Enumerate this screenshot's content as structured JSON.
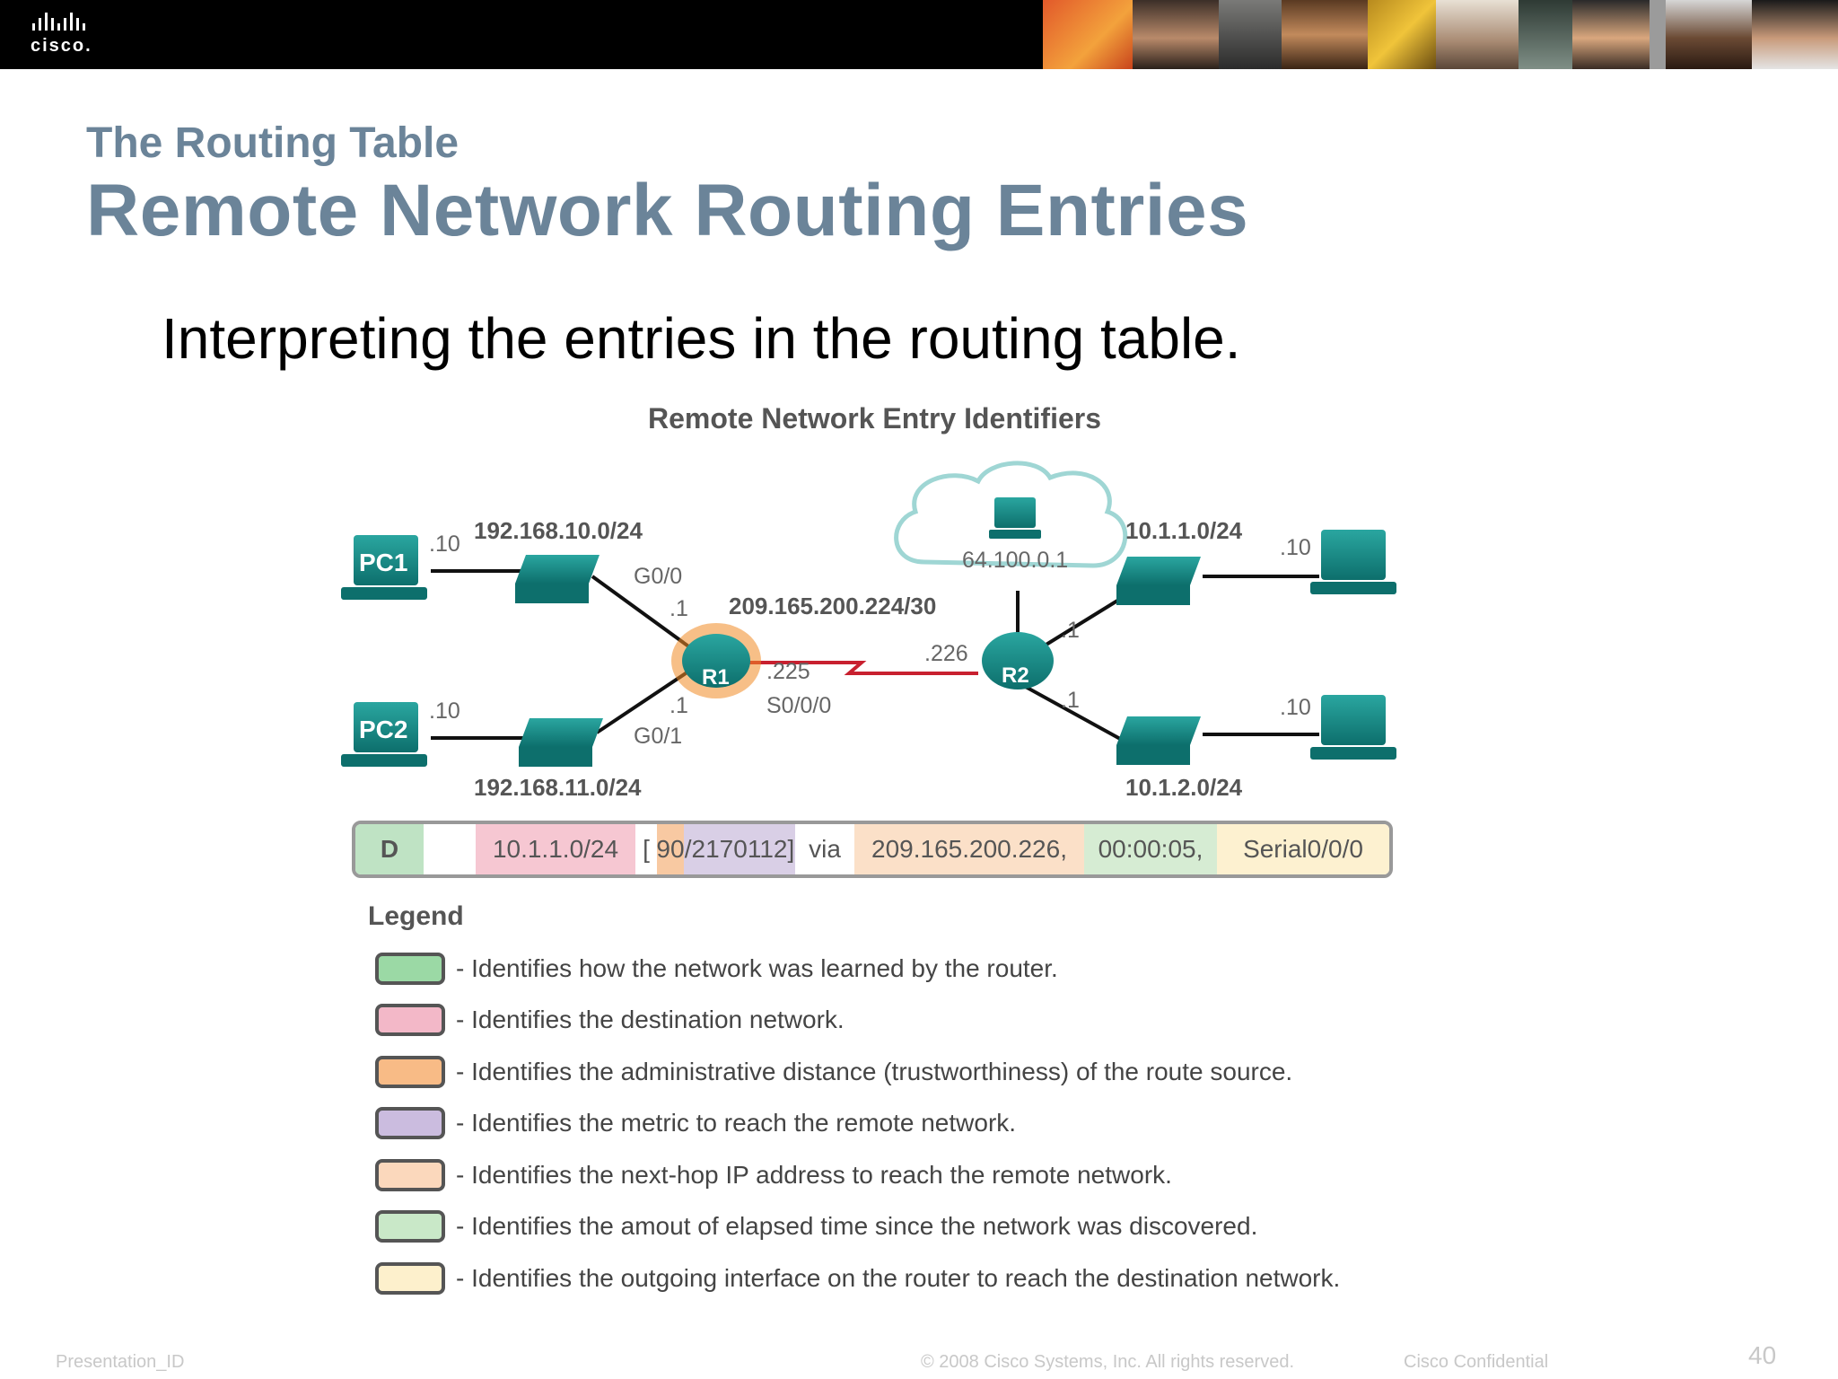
{
  "header": {
    "logo_text": "cisco.",
    "colors": {
      "bar": "#000000",
      "title": "#6b8499"
    }
  },
  "slide": {
    "subtitle": "The Routing Table",
    "title": "Remote Network Routing Entries",
    "lead": "Interpreting the entries in the routing table."
  },
  "figure": {
    "title": "Remote Network Entry Identifiers",
    "labels": {
      "pc1": "PC1",
      "pc2": "PC2",
      "r1": "R1",
      "r2": "R2",
      "net_left_top": "192.168.10.0/24",
      "net_left_bottom": "192.168.11.0/24",
      "net_right_top": "10.1.1.0/24",
      "net_right_bottom": "10.1.2.0/24",
      "wan_net": "209.165.200.224/30",
      "cloud_ip": "64.100.0.1",
      "pc1_host": ".10",
      "pc2_host": ".10",
      "rtop_host": ".10",
      "rbot_host": ".10",
      "g00": "G0/0",
      "g01": "G0/1",
      "r1_g00_ip": ".1",
      "r1_g01_ip": ".1",
      "r1_serial_ip": ".225",
      "r1_serial": "S0/0/0",
      "r2_serial_ip": ".226",
      "r2_top_ip": ".1",
      "r2_bottom_ip": ".1"
    },
    "entry": {
      "code": "D",
      "network": "10.1.1.0/24",
      "open_bracket": "[",
      "ad": "90",
      "metric": "/2170112]",
      "via": "via",
      "next_hop": "209.165.200.226,",
      "time": "00:00:05,",
      "interface": "Serial0/0/0"
    },
    "entry_colors": {
      "code": "#bfe3c4",
      "network": "#f6c7d2",
      "ad": "#f8c9a2",
      "metric": "#d9cfe6",
      "next_hop": "#fbe0c8",
      "time": "#d6ecd3",
      "interface": "#fdf1d0"
    },
    "legend_title": "Legend",
    "legend": [
      {
        "color": "#9bd9a5",
        "text": "- Identifies how the network was learned by the router."
      },
      {
        "color": "#f3b8c8",
        "text": "- Identifies the destination network."
      },
      {
        "color": "#f8bb86",
        "text": "- Identifies the administrative distance (trustworthiness) of the route source."
      },
      {
        "color": "#cbbcdf",
        "text": "- Identifies the metric to reach the remote network."
      },
      {
        "color": "#fbd8bc",
        "text": "- Identifies the next-hop IP address to reach the remote network."
      },
      {
        "color": "#c9e8c8",
        "text": "- Identifies the amout of elapsed time since the network was discovered."
      },
      {
        "color": "#fdf0cc",
        "text": "- Identifies the outgoing interface on the router to reach the destination network."
      }
    ]
  },
  "footer": {
    "left": "Presentation_ID",
    "center": "© 2008 Cisco Systems, Inc. All rights reserved.",
    "right": "Cisco Confidential",
    "page": "40"
  }
}
